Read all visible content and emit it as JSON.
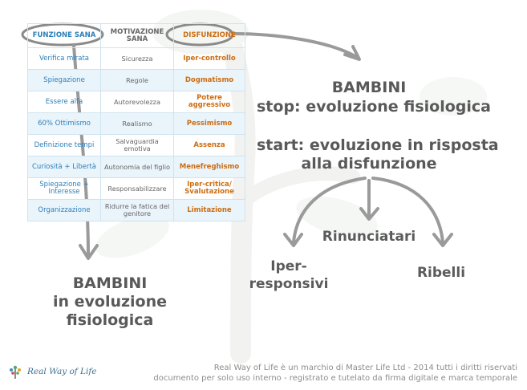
{
  "table": {
    "headers": [
      "FUNZIONE SANA",
      "MOTIVAZIONE SANA",
      "DISFUNZIONE"
    ],
    "rows": [
      [
        "Verifica mirata",
        "Sicurezza",
        "Iper-controllo"
      ],
      [
        "Spiegazione",
        "Regole",
        "Dogmatismo"
      ],
      [
        "Essere alfa",
        "Autorevolezza",
        "Potere aggressivo"
      ],
      [
        "60% Ottimismo",
        "Realismo",
        "Pessimismo"
      ],
      [
        "Definizione tempi",
        "Salvaguardia emotiva",
        "Assenza"
      ],
      [
        "Curiosità + Libertà",
        "Autonomia del figlio",
        "Menefreghismo"
      ],
      [
        "Spiegazione + Interesse",
        "Responsabilizzare",
        "Iper-critica/ Svalutazione"
      ],
      [
        "Organizzazione",
        "Ridurre la fatica del genitore",
        "Limitazione"
      ]
    ]
  },
  "left_block": {
    "line1": "BAMBINI",
    "line2": "in evoluzione",
    "line3": "fisiologica"
  },
  "right_block": {
    "title": "BAMBINI",
    "stop": "stop: evoluzione fisiologica",
    "start1": "start: evoluzione in risposta",
    "start2": "alla disfunzione"
  },
  "outcomes": {
    "center": "Rinunciatari",
    "left1": "Iper-",
    "left2": "responsivi",
    "right": "Ribelli"
  },
  "logo": {
    "text": "Real Way of Life"
  },
  "footer": {
    "line1": "Real Way of Life è un marchio di Master Life Ltd - 2014 tutti i diritti riservati",
    "line2": "documento per solo uso interno - registrato e tutelato da firma digitale e marca temporale"
  },
  "colors": {
    "blue": "#2f7fb8",
    "orange": "#cc6d12",
    "grey": "#666666",
    "arrow": "#9a9a9a"
  }
}
